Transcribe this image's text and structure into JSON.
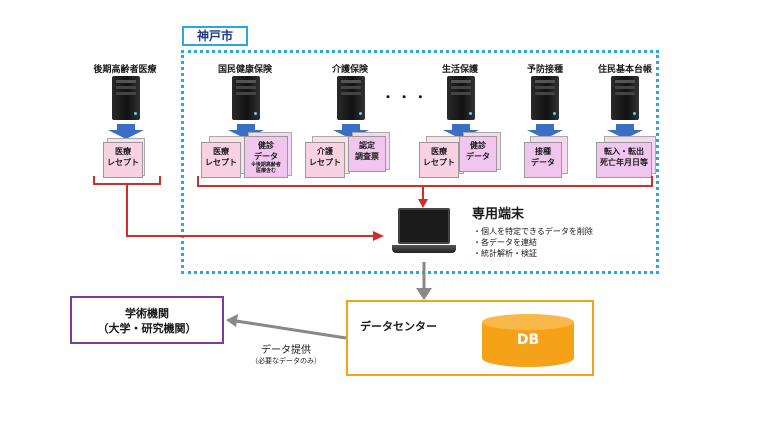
{
  "city": {
    "label": "神戸市"
  },
  "outside_source": {
    "label": "後期高齢者医療",
    "docs": [
      "医療\nレセプト"
    ]
  },
  "sources": [
    {
      "label": "国民健康保険",
      "docs": [
        "医療\nレセプト",
        "健診\nデータ"
      ],
      "note": "※後期高齢者\n医療含む"
    },
    {
      "label": "介護保険",
      "docs": [
        "介護\nレセプト",
        "認定\n調査票"
      ]
    },
    {
      "label": "生活保護",
      "docs": [
        "医療\nレセプト",
        "健診\nデータ"
      ]
    },
    {
      "label": "予防接種",
      "docs": [
        "接種\nデータ"
      ]
    },
    {
      "label": "住民基本台帳",
      "docs": [
        "転入・転出\n死亡年月日等"
      ]
    }
  ],
  "ellipsis": "・ ・ ・",
  "terminal": {
    "title": "専用端末",
    "bullets": [
      "・個人を特定できるデータを削除",
      "・各データを連結",
      "・統計解析・検証"
    ]
  },
  "academic": {
    "line1": "学術機関",
    "line2": "（大学・研究機関）"
  },
  "data_center": {
    "label": "データセンター",
    "db": "DB"
  },
  "provision": {
    "line1": "データ提供",
    "line2": "（必要なデータのみ）"
  },
  "colors": {
    "city_border": "#29a8e0",
    "red": "#d62b2b",
    "orange": "#f5a219",
    "purple": "#7a3e96",
    "arrow_blue": "#3a6fc6"
  }
}
